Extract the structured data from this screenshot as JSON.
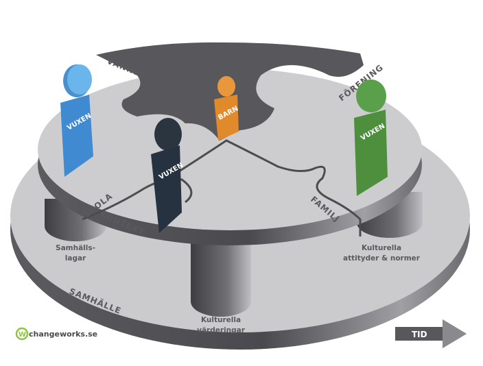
{
  "labels": {
    "vanner": "VÄNNER",
    "forening": "FÖRENING",
    "skola": "SKOLA",
    "kontext": "KONTEXT",
    "familj": "FAMILJ",
    "samhalle": "SAMHÄLLE"
  },
  "pillars": {
    "left": [
      "Samhälls-",
      "lagar"
    ],
    "middle": [
      "Kulturella",
      "värderingar"
    ],
    "right": [
      "Kulturella",
      "attityder & normer"
    ]
  },
  "figures": [
    {
      "label": "VUXEN",
      "color": "#5aa7e3"
    },
    {
      "label": "BARN",
      "color": "#e8973a"
    },
    {
      "label": "VUXEN",
      "color": "#2a3540"
    },
    {
      "label": "VUXEN",
      "color": "#4e8f3e"
    }
  ],
  "logo": {
    "mark": "W",
    "text": "changeworks.se",
    "color": "#8cc63f"
  },
  "arrow": {
    "label": "TID"
  }
}
